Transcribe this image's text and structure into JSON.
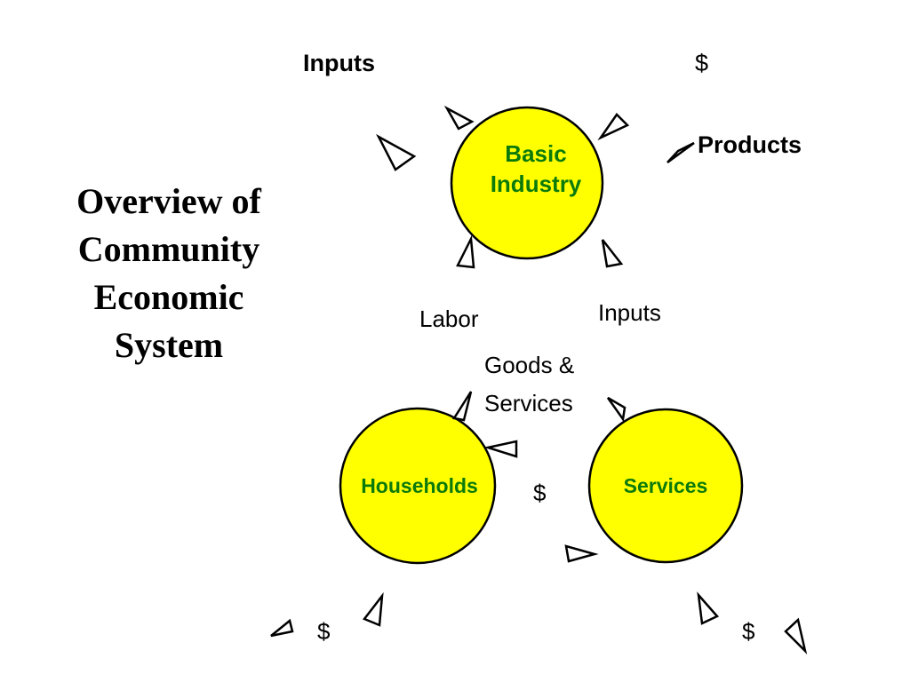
{
  "title_lines": [
    "Overview of",
    "Community",
    "Economic",
    "System"
  ],
  "nodes": {
    "basic_industry": {
      "line1": "Basic",
      "line2": "Industry"
    },
    "households": {
      "label": "Households"
    },
    "services": {
      "label": "Services"
    }
  },
  "labels": {
    "inputs_top": "Inputs",
    "dollar_top": "$",
    "products": "Products",
    "labor": "Labor",
    "inputs_mid": "Inputs",
    "goods_services_line1": "Goods &",
    "goods_services_line2": "Services",
    "dollar_middle": "$",
    "dollar_bottom_left": "$",
    "dollar_bottom_right": "$"
  },
  "colors": {
    "node_fill": "#ffff00",
    "node_stroke": "#000000",
    "node_text": "#0b7a0b",
    "arrow_fill": "#ffffff",
    "arrow_stroke": "#000000"
  }
}
